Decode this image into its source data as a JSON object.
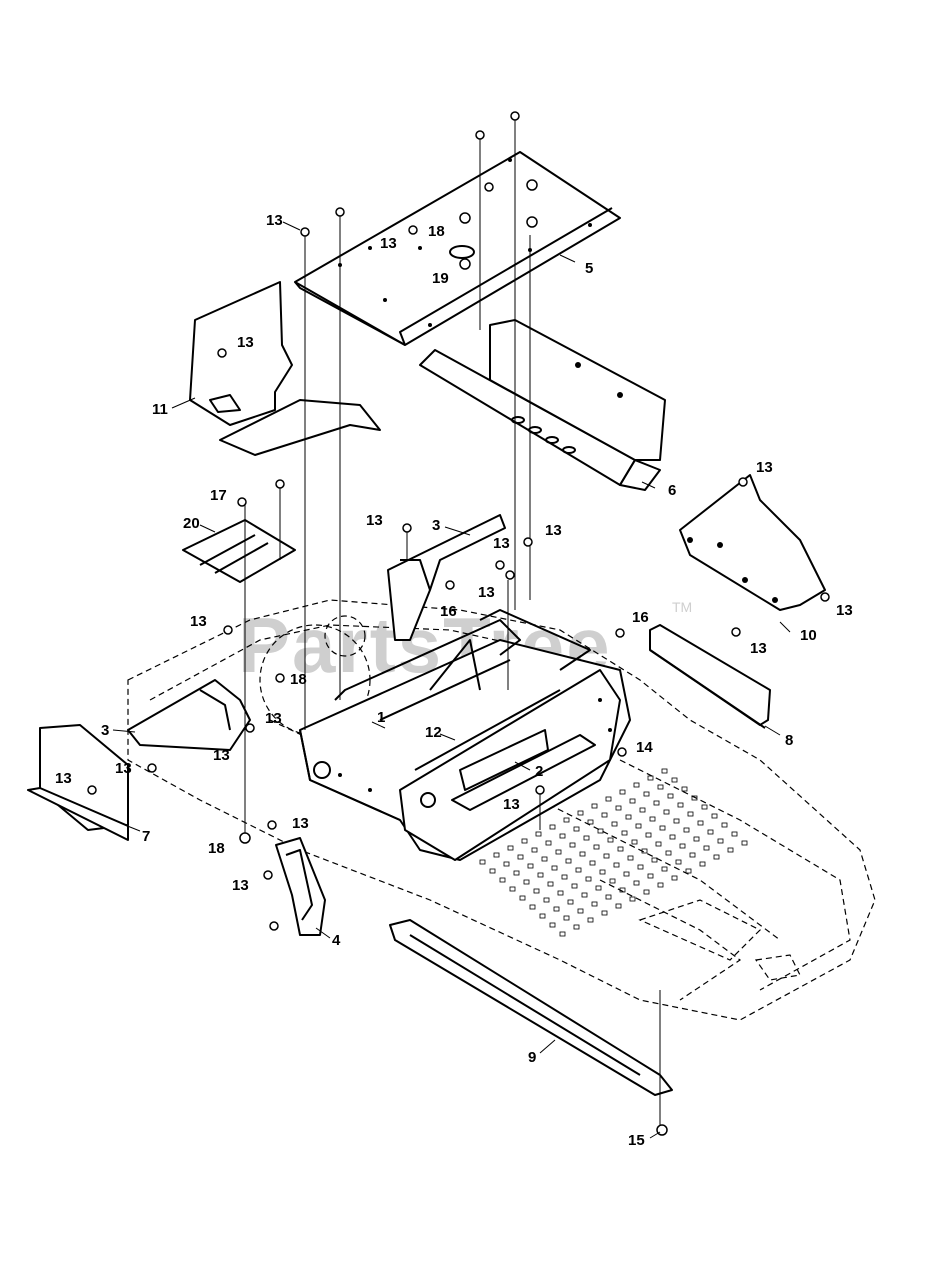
{
  "watermark": {
    "text": "PartsTree",
    "tm": "TM"
  },
  "callouts": {
    "c1": "1",
    "c2": "2",
    "c3a": "3",
    "c3b": "3",
    "c4": "4",
    "c5": "5",
    "c6": "6",
    "c7": "7",
    "c8": "8",
    "c9": "9",
    "c10": "10",
    "c11": "11",
    "c12": "12",
    "c13a": "13",
    "c13b": "13",
    "c13c": "13",
    "c13d": "13",
    "c13e": "13",
    "c13f": "13",
    "c13g": "13",
    "c13h": "13",
    "c13i": "13",
    "c13j": "13",
    "c13k": "13",
    "c13l": "13",
    "c13m": "13",
    "c13n": "13",
    "c13o": "13",
    "c13p": "13",
    "c13q": "13",
    "c13r": "13",
    "c14": "14",
    "c15": "15",
    "c16a": "16",
    "c16b": "16",
    "c17": "17",
    "c18a": "18",
    "c18b": "18",
    "c18c": "18",
    "c19": "19",
    "c20": "20"
  }
}
